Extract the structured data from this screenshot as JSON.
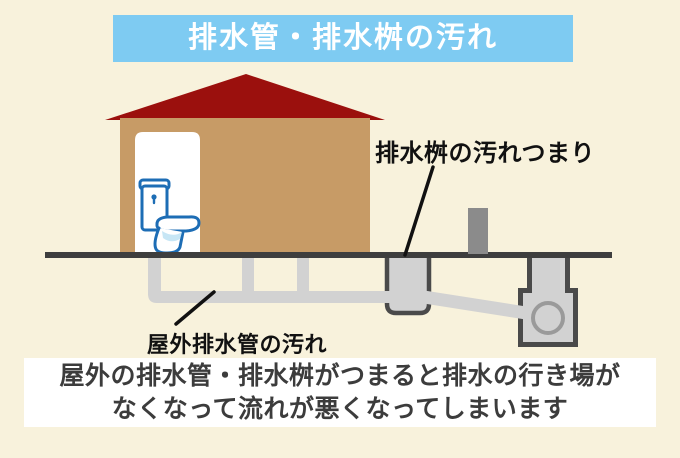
{
  "title": {
    "text": "排水管・排水桝の汚れ"
  },
  "diagram": {
    "labels": {
      "basin_clog": "排水桝の汚れつまり",
      "pipe_dirt": "屋外排水管の汚れ"
    },
    "icons": [
      "house-icon",
      "toilet-icon",
      "drain-pipe-icon",
      "drainage-basin-icon",
      "vent-pipe-icon",
      "pipe-cross-section-icon"
    ]
  },
  "caption": {
    "line1": "屋外の排水管・排水桝がつまると排水の行き場が",
    "line2": "なくなって流れが悪くなってしまいます"
  },
  "colors": {
    "background": "#f8f2dc",
    "banner_bg": "#7ecbf2",
    "banner_text": "#ffffff",
    "roof": "#9b100d",
    "wall": "#c79b66",
    "door": "#ffffff",
    "ground": "#3e3e3e",
    "pipe": "#d2d2d2",
    "basin_fill": "#d2d2d2",
    "basin_outline": "#4a4a4a",
    "vent": "#8b8b8b",
    "pipe_section_ring": "#9a9a9a",
    "toilet_line": "#1d6db5",
    "toilet_water": "#c7e6f5",
    "pointer": "#111111",
    "label_text": "#111111",
    "caption_bg": "#ffffff",
    "caption_text": "#3c3c3c"
  }
}
